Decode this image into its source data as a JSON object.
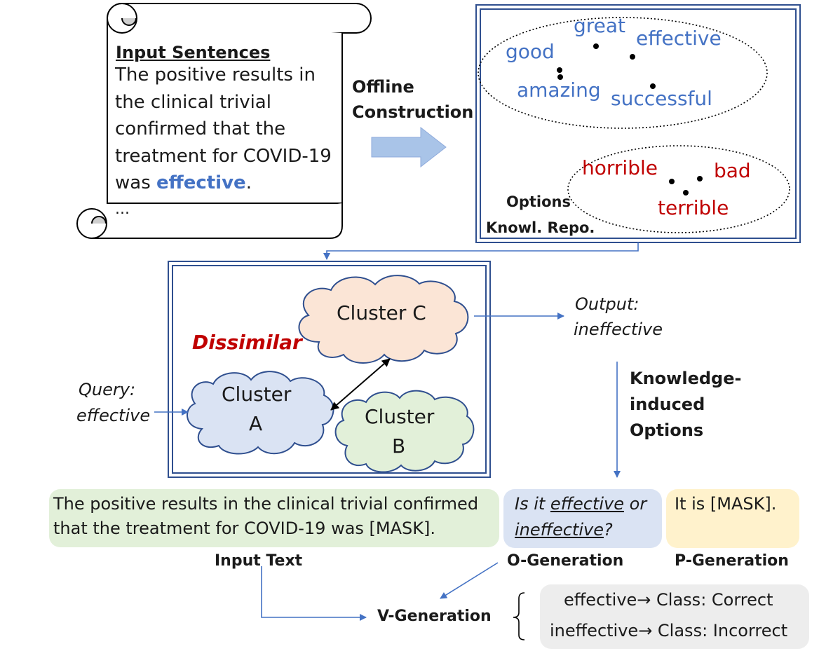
{
  "scroll": {
    "title": "Input Sentences",
    "lines": [
      "The positive results in",
      "the clinical trivial",
      "confirmed that the",
      "treatment for COVID-19"
    ],
    "last_prefix": "was ",
    "last_keyword": "effective",
    "last_suffix": ".",
    "ellipsis": "..."
  },
  "offline": {
    "line1": "Offline",
    "line2": "Construction"
  },
  "repo": {
    "positive_words": [
      "great",
      "good",
      "effective",
      "amazing",
      "successful"
    ],
    "negative_words": [
      "horrible",
      "bad",
      "terrible"
    ],
    "label_line1": "Options",
    "label_line2": "Knowl. Repo."
  },
  "clusters": {
    "c": "Cluster C",
    "a_line1": "Cluster",
    "a_line2": "A",
    "b_line1": "Cluster",
    "b_line2": "B",
    "dissimilar": "Dissimilar"
  },
  "query": {
    "line1": "Query:",
    "line2": "effective"
  },
  "output": {
    "line1": "Output:",
    "line2": "ineffective"
  },
  "knowledge": {
    "line1": "Knowledge-",
    "line2": "induced",
    "line3": "Options"
  },
  "input_text": {
    "line1": "The positive results in the clinical trivial confirmed",
    "line2": "that the treatment for COVID-19 was [MASK].",
    "label": "Input Text"
  },
  "o_generation": {
    "is_it": "Is it ",
    "word1": "effective",
    "or": " or",
    "word2": "ineffective",
    "q": "?",
    "label": "O-Generation"
  },
  "p_generation": {
    "text": "It is [MASK].",
    "label": "P-Generation"
  },
  "v_generation": {
    "label": "V-Generation",
    "mapping1": "effective→ Class: Correct",
    "mapping2": "ineffective→ Class: Incorrect"
  },
  "colors": {
    "blue_word": "#4472c4",
    "red_word": "#c00000",
    "arrow": "#4472c4",
    "cluster_c": "#fbe5d6",
    "cluster_a": "#dae3f3",
    "cluster_b": "#e2f0d9",
    "input_box": "#e2f0d9",
    "o_box": "#dae3f3",
    "p_box": "#fff2cc",
    "mapping_box": "#ededed"
  }
}
